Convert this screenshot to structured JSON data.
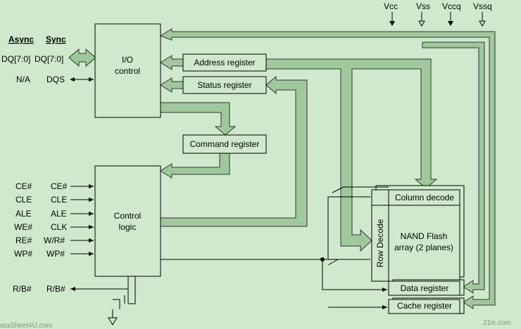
{
  "headers": {
    "async": "Async",
    "sync": "Sync"
  },
  "pins": {
    "dq_async": "DQ[7:0]",
    "dq_sync": "DQ[7:0]",
    "dqs_async": "N/A",
    "dqs_sync": "DQS",
    "control": [
      {
        "async": "CE#",
        "sync": "CE#"
      },
      {
        "async": "CLE",
        "sync": "CLE"
      },
      {
        "async": "ALE",
        "sync": "ALE"
      },
      {
        "async": "WE#",
        "sync": "CLK"
      },
      {
        "async": "RE#",
        "sync": "W/R#"
      },
      {
        "async": "WP#",
        "sync": "WP#"
      }
    ],
    "rb_async": "R/B#",
    "rb_sync": "R/B#"
  },
  "power": [
    "Vcc",
    "Vss",
    "Vccq",
    "Vssq"
  ],
  "blocks": {
    "io_line1": "I/O",
    "io_line2": "control",
    "address_register": "Address register",
    "status_register": "Status register",
    "command_register": "Command register",
    "control_line1": "Control",
    "control_line2": "logic",
    "column_decode": "Column decode",
    "row_decode": "Row Decode",
    "array_line1": "NAND Flash",
    "array_line2": "array (2 planes)",
    "data_register": "Data register",
    "cache_register": "Cache register"
  },
  "watermark": {
    "left": "ataSheet4U.com",
    "right": "21ic.com"
  },
  "colors": {
    "background": "#cfe9cd",
    "bus": "#9fc99b"
  }
}
